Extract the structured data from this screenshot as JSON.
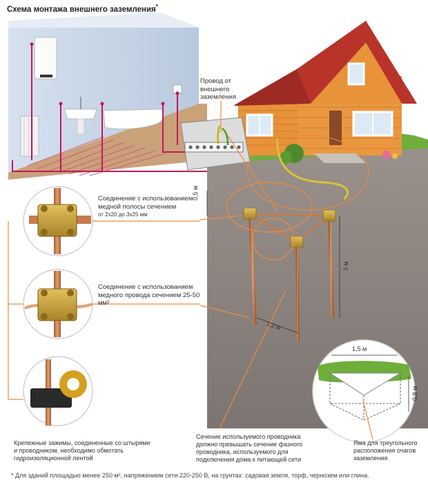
{
  "title": "Схема монтажа внешнего заземления",
  "title_mark": "*",
  "wire_label": "Провод от внешнего заземления",
  "connection_strip": "Соединение с использованием медной полосы сечением",
  "connection_strip_size": "от 2х20 до 3х25 мм",
  "connection_wire": "Соединение с использованием медного провода сечением 25-50 мм²",
  "clamps_note": "Крепежные зажимы, соединенные со штырями и проводником, необходимо обмотать гидроизоляционной лентой",
  "conductor_note": "Сечение используемого проводника должно превышать сечение фазного проводника, используемого для подключения дома к питающей сети",
  "pit_note": "Яма для треугольного расположения очагов заземления",
  "dimensions": {
    "depth": "0,5 м",
    "rod_length": "3 м",
    "spacing": "1,2 м",
    "pit_width": "1,5 м",
    "pit_depth": "0,8 м"
  },
  "footnote": "* Для зданий площадью менее 250 м², напряжением сети 220-250 В, на грунтах: садовая земля, торф, чернозем или глина.",
  "colors": {
    "room_wall": "#c9d6e8",
    "soil": "#8f8682",
    "grass": "#6fae3a",
    "roof": "#b8342a",
    "house_wall": "#e8923a",
    "wire_pink": "#c2185b",
    "callout_orange": "#f08a3c",
    "copper": "#c87a4a",
    "clamp_brass": "#c9a23a"
  }
}
